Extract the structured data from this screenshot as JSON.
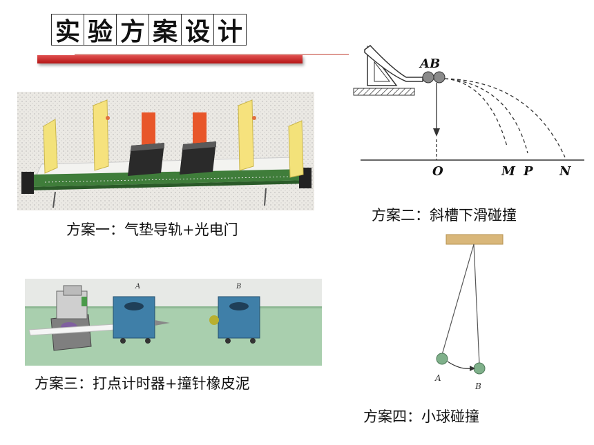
{
  "title": {
    "chars": [
      "实",
      "验",
      "方",
      "案",
      "设",
      "计"
    ]
  },
  "schemes": {
    "one": {
      "caption": "方案一：气垫导轨+光电门"
    },
    "two": {
      "caption": "方案二：斜槽下滑碰撞",
      "labels": {
        "ab": "AB",
        "o": "O",
        "m": "M",
        "p": "P",
        "n": "N"
      }
    },
    "three": {
      "caption": "方案三：打点计时器+撞针橡皮泥",
      "labels": {
        "a": "A",
        "b": "B"
      }
    },
    "four": {
      "caption": "方案四：小球碰撞",
      "labels": {
        "a": "A",
        "b": "B"
      }
    }
  },
  "colors": {
    "title_bar": "#c0262a",
    "air_track_green": "#3f7d3a",
    "slider_block": "#e8562a",
    "cart_blue": "#3f7fa8",
    "track_green": "#a9cfae",
    "ceiling_wood": "#d9b77a",
    "ball_green": "#7fb08a"
  }
}
